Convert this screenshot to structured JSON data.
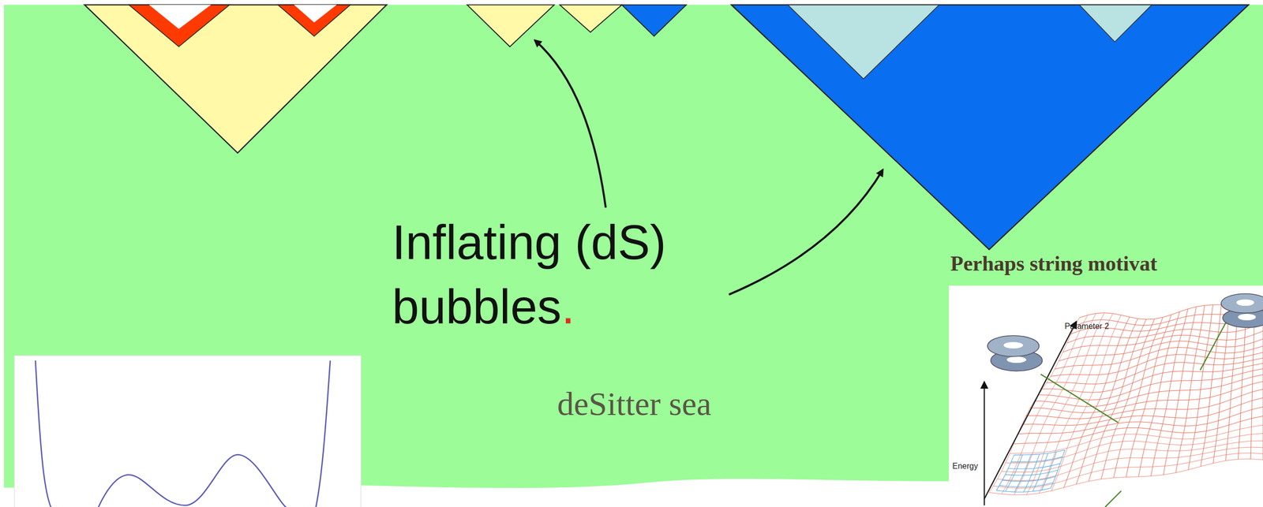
{
  "diagram": {
    "labels": [
      "Inflating (dS) bubbles",
      ".",
      "deSitter sea",
      "Perhaps string motivat",
      "Parameter 2",
      "Energy"
    ]
  }
}
